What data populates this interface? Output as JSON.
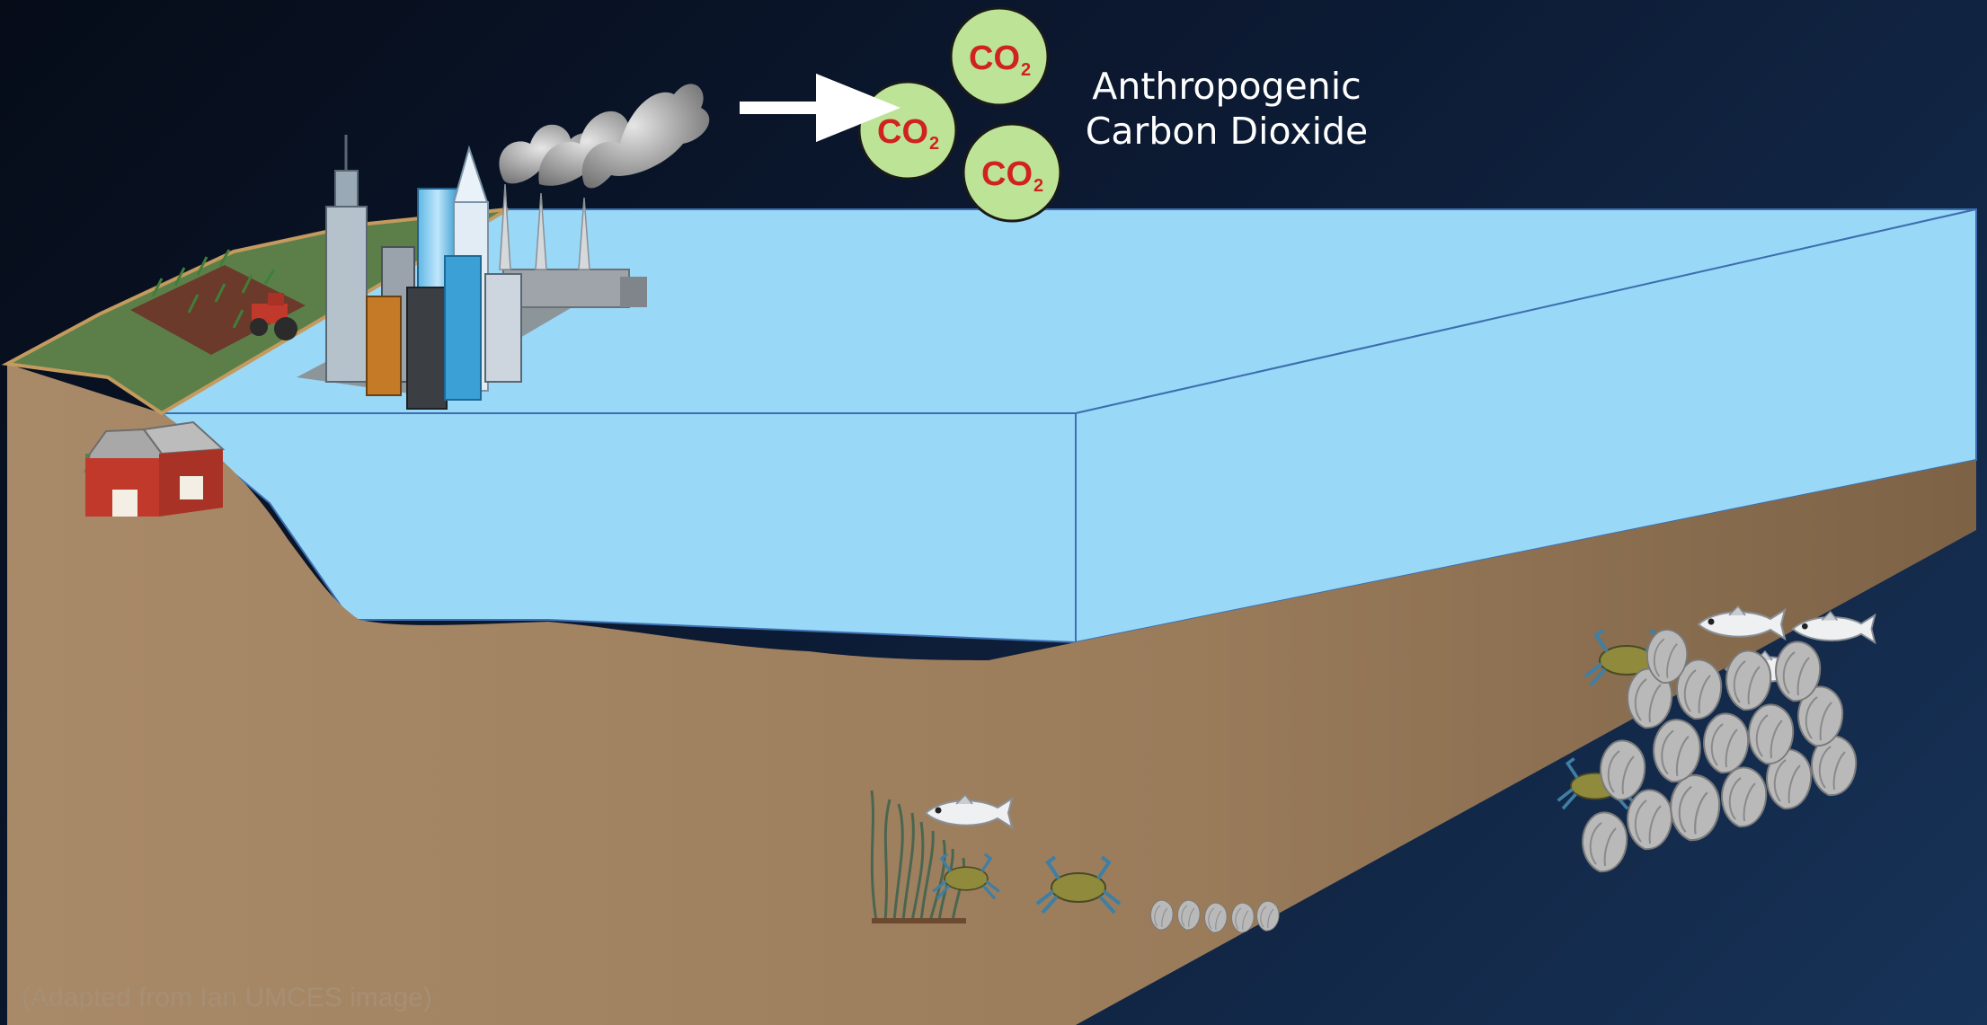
{
  "diagram": {
    "molecule_labels": [
      {
        "main": "CO",
        "sub": "2"
      },
      {
        "main": "CO",
        "sub": "2"
      },
      {
        "main": "CO",
        "sub": "2"
      }
    ],
    "caption": {
      "line1": "Anthropogenic",
      "line2": "Carbon Dioxide"
    },
    "credit": "(Adapted from Ian UMCES image)"
  },
  "colors": {
    "water": "#9dd9f7",
    "land": "#a88966",
    "grass": "#5c7f4a",
    "co2_circle": "#bde396",
    "co2_text": "#d0221f",
    "arrow": "#ffffff"
  },
  "icons": [
    "smoke-icon",
    "arrow-right-icon",
    "factory-icon",
    "skyscraper-icon",
    "barn-icon",
    "tractor-icon",
    "fish-icon",
    "crab-icon",
    "oyster-icon",
    "seagrass-icon"
  ]
}
